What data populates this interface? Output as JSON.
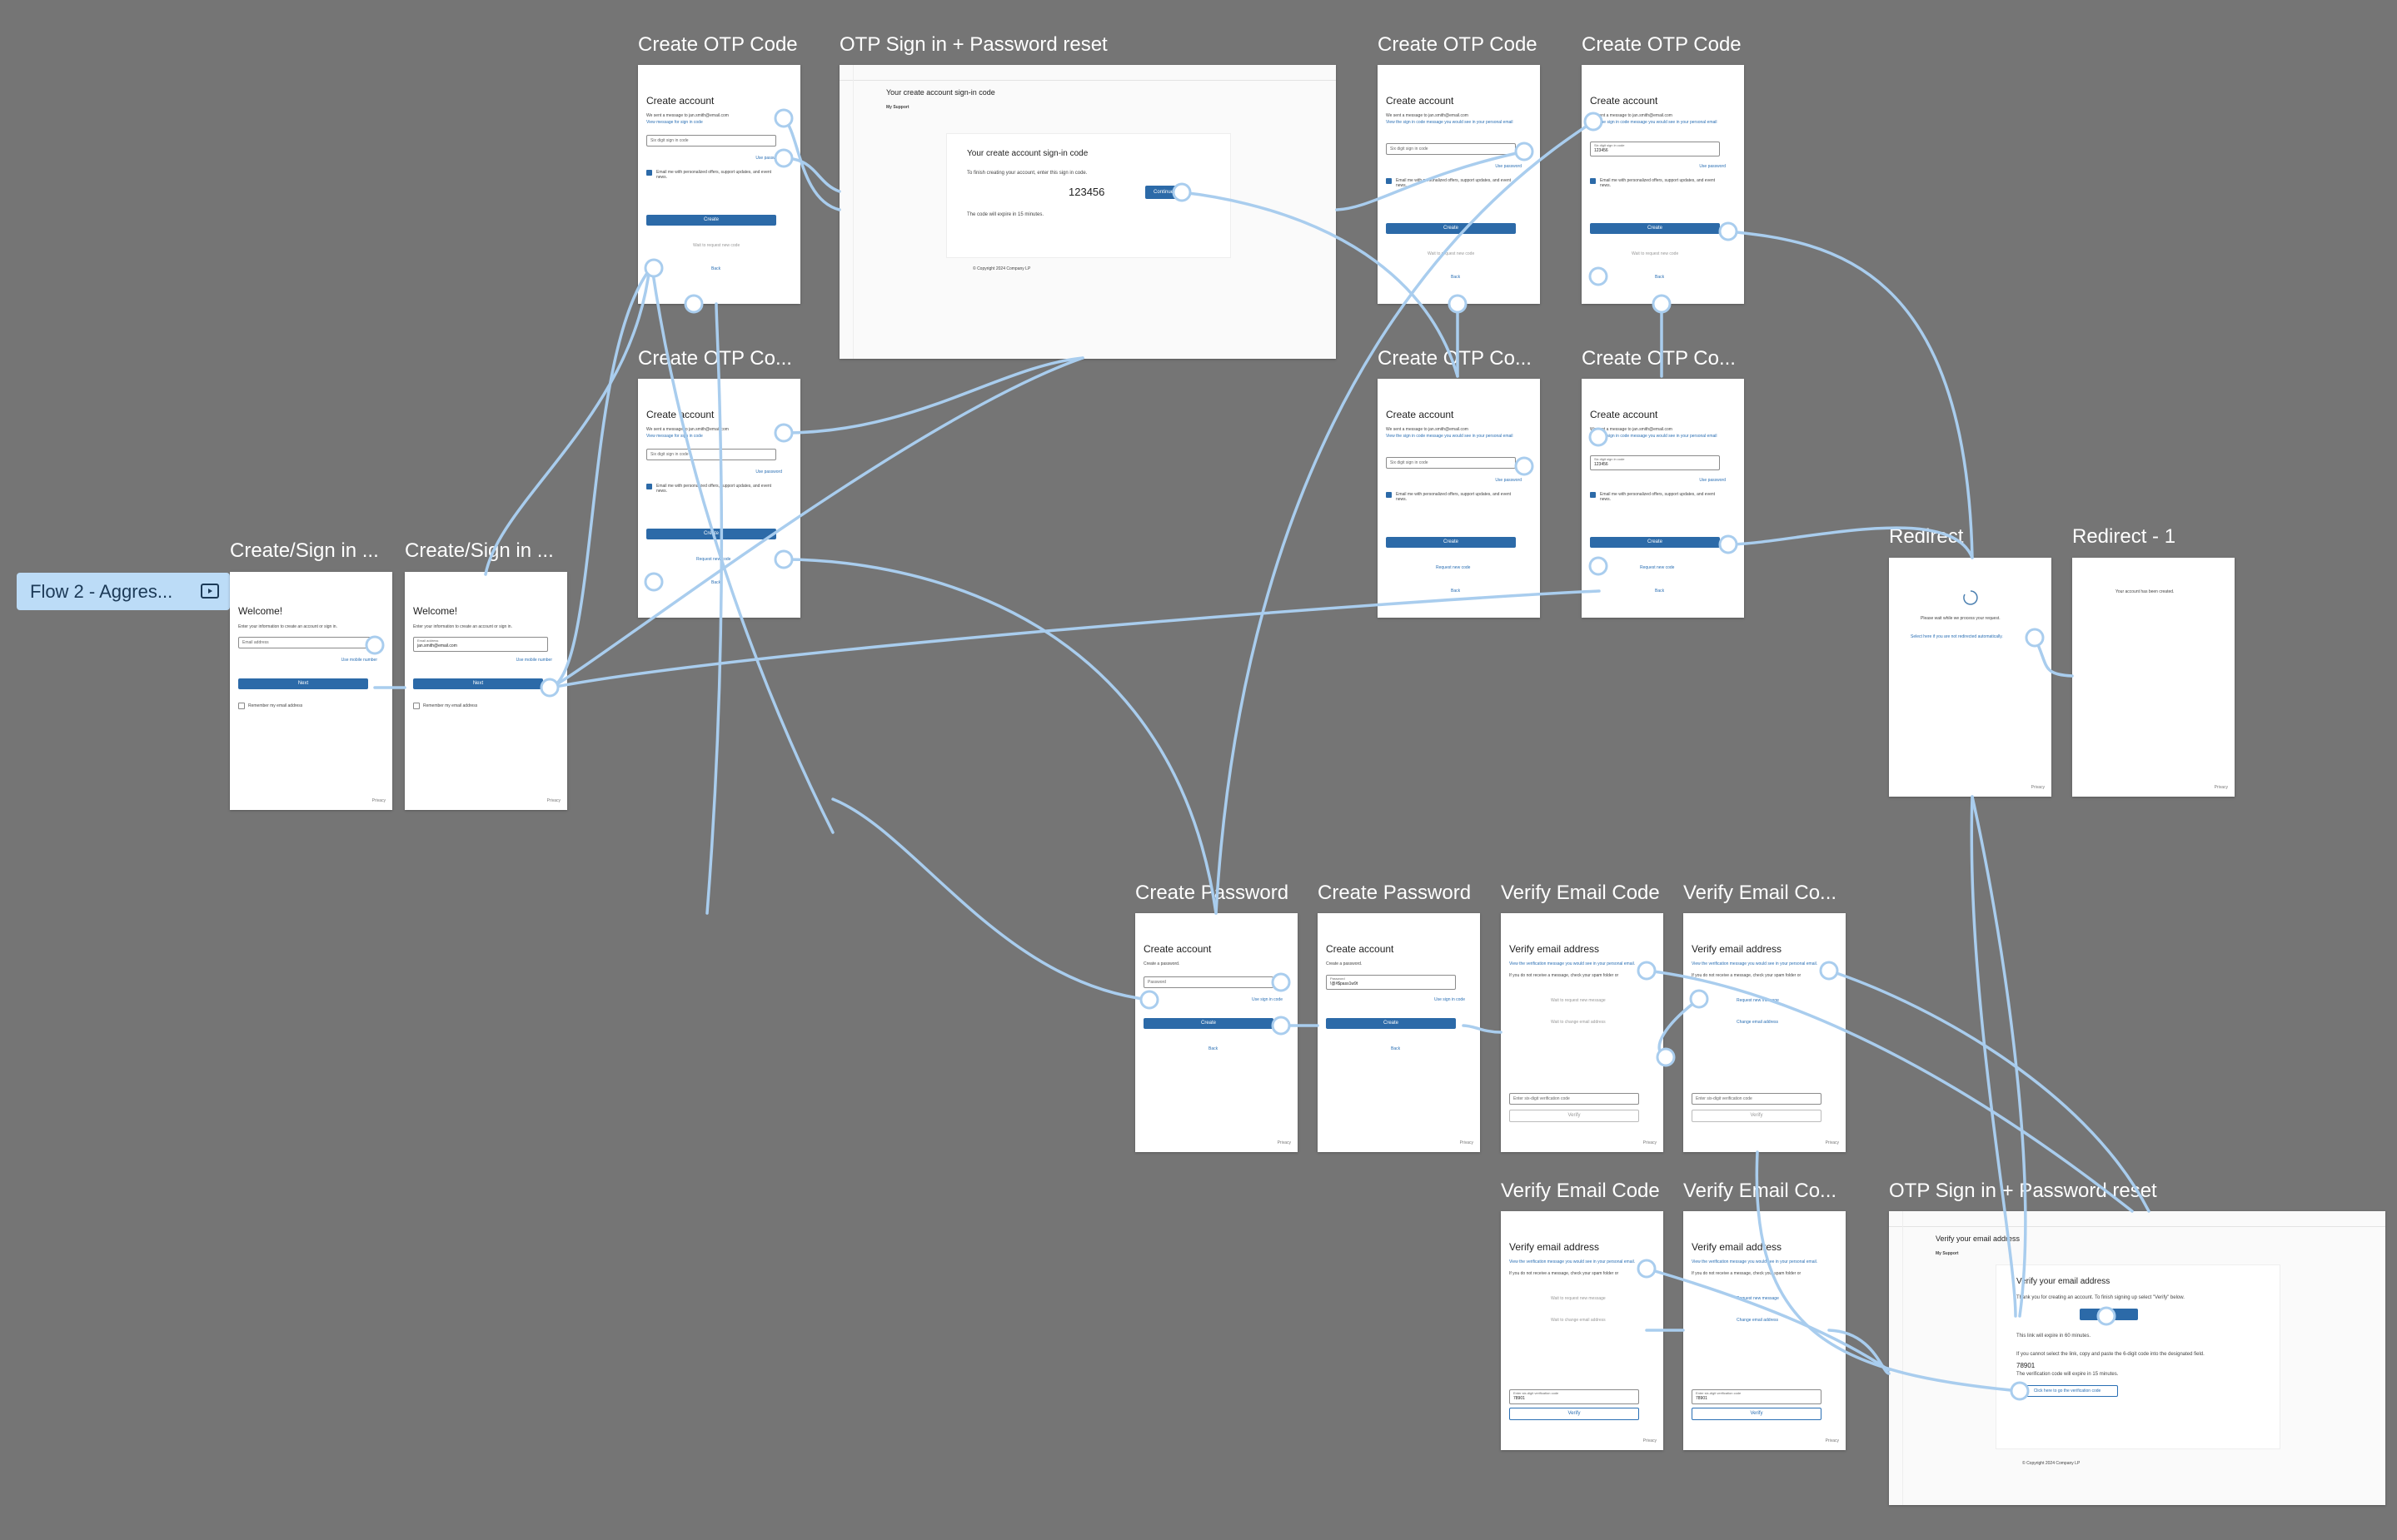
{
  "canvas": {
    "background": "#757575",
    "wire_color": "#a9cdee",
    "accent": "#2c6aa8"
  },
  "flow_tag": {
    "label": "Flow 2 - Aggres...",
    "icon": "play-frame-icon"
  },
  "frames": {
    "create_sign_in_1": {
      "title": "Create/Sign in ...",
      "heading": "Welcome!",
      "subtitle": "Enter your information to create an account or sign in.",
      "email_placeholder": "Email address",
      "mobile_link": "Use mobile number",
      "next": "Next",
      "remember": "Remember my email address",
      "privacy": "Privacy"
    },
    "create_sign_in_2": {
      "title": "Create/Sign in ...",
      "heading": "Welcome!",
      "subtitle": "Enter your information to create an account or sign in.",
      "email_label": "Email address",
      "email_value": "jan.smith@email.com",
      "mobile_link": "Use mobile number",
      "next": "Next",
      "remember": "Remember my email address",
      "privacy": "Privacy"
    },
    "otp_a1": {
      "title": "Create OTP Code",
      "heading": "Create account",
      "sent": "We sent a message to jan.smith@email.com",
      "view_link": "View message for sign in code",
      "code_placeholder": "Six digit sign in code",
      "use_password": "Use password",
      "consent": "Email me with personalized offers, support updates, and event news.",
      "create": "Create",
      "resend": "Wait to request new code",
      "back": "Back"
    },
    "otp_a2": {
      "title": "Create OTP Co...",
      "heading": "Create account",
      "sent": "We sent a message to jan.smith@email.com",
      "view_link": "View message for sign in code",
      "code_placeholder": "Six digit sign in code",
      "use_password": "Use password",
      "consent": "Email me with personalized offers, support updates, and event news.",
      "create": "Create",
      "resend": "Request new code",
      "back": "Back"
    },
    "otp_b1": {
      "title": "Create OTP Code",
      "heading": "Create account",
      "sent": "We sent a message to jan.smith@email.com",
      "view_link": "View the sign in code message you would see in your personal email",
      "code_placeholder": "Six digit sign in code",
      "use_password": "Use password",
      "consent": "Email me with personalized offers, support updates, and event news.",
      "create": "Create",
      "resend": "Wait to request new code",
      "back": "Back"
    },
    "otp_b2": {
      "title": "Create OTP Code",
      "heading": "Create account",
      "sent": "We sent a message to jan.smith@email.com",
      "view_link": "View the sign in code message you would see in your personal email",
      "code_label": "Six digit sign in code",
      "code_value": "123456",
      "use_password": "Use password",
      "consent": "Email me with personalized offers, support updates, and event news.",
      "create": "Create",
      "resend": "Wait to request new code",
      "back": "Back"
    },
    "otp_b3": {
      "title": "Create OTP Co...",
      "heading": "Create account",
      "sent": "We sent a message to jan.smith@email.com",
      "view_link": "View the sign in code message you would see in your personal email",
      "code_placeholder": "Six digit sign in code",
      "use_password": "Use password",
      "consent": "Email me with personalized offers, support updates, and event news.",
      "create": "Create",
      "resend": "Request new code",
      "back": "Back"
    },
    "otp_b4": {
      "title": "Create OTP Co...",
      "heading": "Create account",
      "sent": "We sent a message to jan.smith@email.com",
      "view_link": "View the sign in code message you would see in your personal email",
      "code_label": "Six digit sign in code",
      "code_value": "123456",
      "use_password": "Use password",
      "consent": "Email me with personalized offers, support updates, and event news.",
      "create": "Create",
      "resend": "Request new code",
      "back": "Back"
    },
    "email_otp": {
      "title": "OTP Sign in + Password reset",
      "subject": "Your create account sign-in code",
      "sender": "My Support",
      "card_heading": "Your create account sign-in code",
      "card_text": "To finish creating your account, enter this sign in code.",
      "code": "123456",
      "continue": "Continue",
      "expires": "The code will expire in 15 minutes.",
      "footer": "© Copyright 2024 Company LP"
    },
    "create_password_1": {
      "title": "Create Password",
      "heading": "Create account",
      "sub": "Create a password.",
      "pw_placeholder": "Password",
      "use_code": "Use sign in code",
      "create": "Create",
      "back": "Back",
      "privacy": "Privacy"
    },
    "create_password_2": {
      "title": "Create Password",
      "heading": "Create account",
      "sub": "Create a password.",
      "pw_label": "Password",
      "pw_value": "!@#$pass1w9t",
      "use_code": "Use sign in code",
      "create": "Create",
      "back": "Back",
      "privacy": "Privacy"
    },
    "verify_1": {
      "title": "Verify Email Code",
      "heading": "Verify email address",
      "view_link": "View the verification message you would see in your personal email.",
      "body": "If you do not receive a message, check your spam folder or",
      "wait_request": "Wait to request new message",
      "wait_change": "Wait to change email address",
      "code_placeholder": "Enter six-digit verification code",
      "verify": "Verify",
      "privacy": "Privacy"
    },
    "verify_2": {
      "title": "Verify Email Co...",
      "heading": "Verify email address",
      "view_link": "View the verification message you would see in your personal email.",
      "body": "If you do not receive a message, check your spam folder or",
      "request": "Request new message",
      "change": "Change email address",
      "code_placeholder": "Enter six-digit verification code",
      "verify": "Verify",
      "privacy": "Privacy"
    },
    "verify_3": {
      "title": "Verify Email Code",
      "heading": "Verify email address",
      "view_link": "View the verification message you would see in your personal email.",
      "body": "If you do not receive a message, check your spam folder or",
      "wait_request": "Wait to request new message",
      "wait_change": "Wait to change email address",
      "code_label": "Enter six-digit verification code",
      "code_value": "78901",
      "verify": "Verify",
      "privacy": "Privacy"
    },
    "verify_4": {
      "title": "Verify Email Co...",
      "heading": "Verify email address",
      "view_link": "View the verification message you would see in your personal email.",
      "body": "If you do not receive a message, check your spam folder or",
      "request": "Request new message",
      "change": "Change email address",
      "code_label": "Enter six-digit verification code",
      "code_value": "78901",
      "verify": "Verify",
      "privacy": "Privacy"
    },
    "redirect": {
      "title": "Redirect",
      "wait": "Please wait while we process your request.",
      "link": "Select here if you are not redirected automatically.",
      "privacy": "Privacy"
    },
    "redirect_1": {
      "title": "Redirect - 1",
      "text": "Your account has been created.",
      "privacy": "Privacy"
    },
    "email_verify": {
      "title": "OTP Sign in + Password reset",
      "subject": "Verify your email address",
      "sender": "My Support",
      "card_heading": "Verify your email address",
      "card_text": "Thank you for creating an account. To finish signing up select \"Verify\" below.",
      "verify": "Verify",
      "expires": "This link will expire in 60 minutes.",
      "manual": "If you cannot select the link, copy and paste the 6-digit code into the designated field.",
      "code": "78901",
      "code_expire": "The verification code will expire in 15 minutes.",
      "copy_link": "Click here to go the verification code",
      "footer": "© Copyright 2024 Company LP"
    }
  }
}
